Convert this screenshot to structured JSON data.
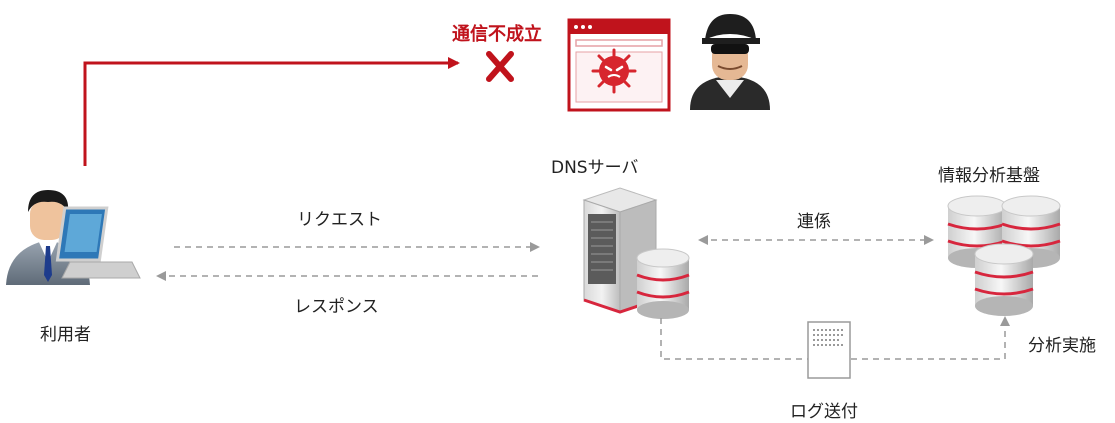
{
  "labels": {
    "blocked": "通信不成立",
    "dns_server": "DNSサーバ",
    "analysis_platform": "情報分析基盤",
    "request": "リクエスト",
    "response": "レスポンス",
    "user": "利用者",
    "link": "連係",
    "analysis": "分析実施",
    "log_send": "ログ送付"
  },
  "colors": {
    "accent_red": "#c0131c",
    "arrow_gray": "#9a9a9a",
    "server_dark": "#5f5f5f",
    "db_red": "#d7263d"
  },
  "icons": [
    "user-at-laptop-icon",
    "malicious-site-icon",
    "attacker-icon",
    "dns-server-icon",
    "database-icon",
    "log-document-icon",
    "blocked-x-icon"
  ]
}
